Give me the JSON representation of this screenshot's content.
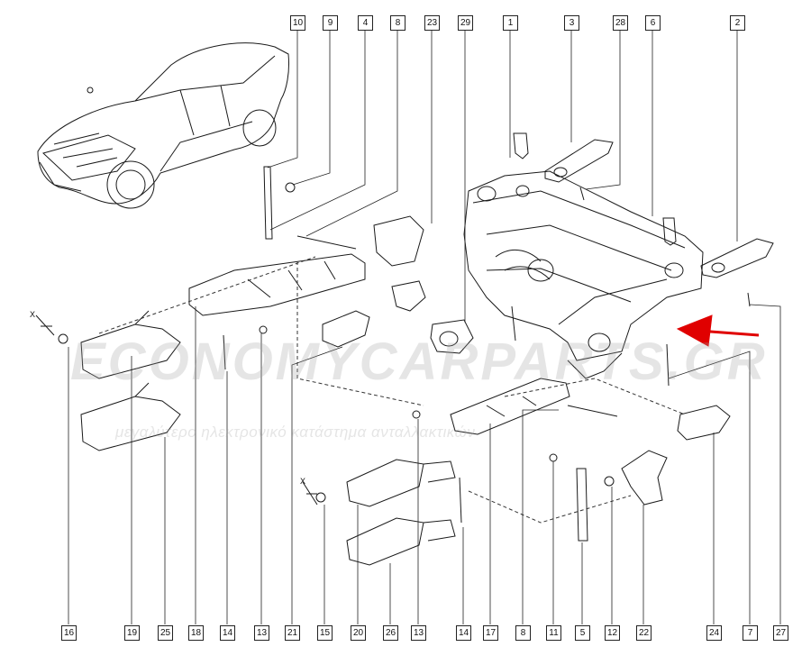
{
  "watermark": {
    "main": "ECONOMYCARPARTS.GR",
    "sub": "μεγαλύτερο ηλεκτρονικό κατάστημα ανταλλακτικών"
  },
  "axis_marks": [
    "X",
    "X"
  ],
  "colors": {
    "arrow": "#e00000",
    "line": "#1a1a1a"
  },
  "callouts_top": [
    "10",
    "9",
    "4",
    "8",
    "23",
    "29",
    "1",
    "3",
    "28",
    "6",
    "2"
  ],
  "callouts_bottom": [
    "16",
    "19",
    "25",
    "18",
    "14",
    "13",
    "21",
    "15",
    "20",
    "26",
    "13",
    "14",
    "17",
    "8",
    "11",
    "5",
    "12",
    "22",
    "24",
    "7",
    "27"
  ]
}
